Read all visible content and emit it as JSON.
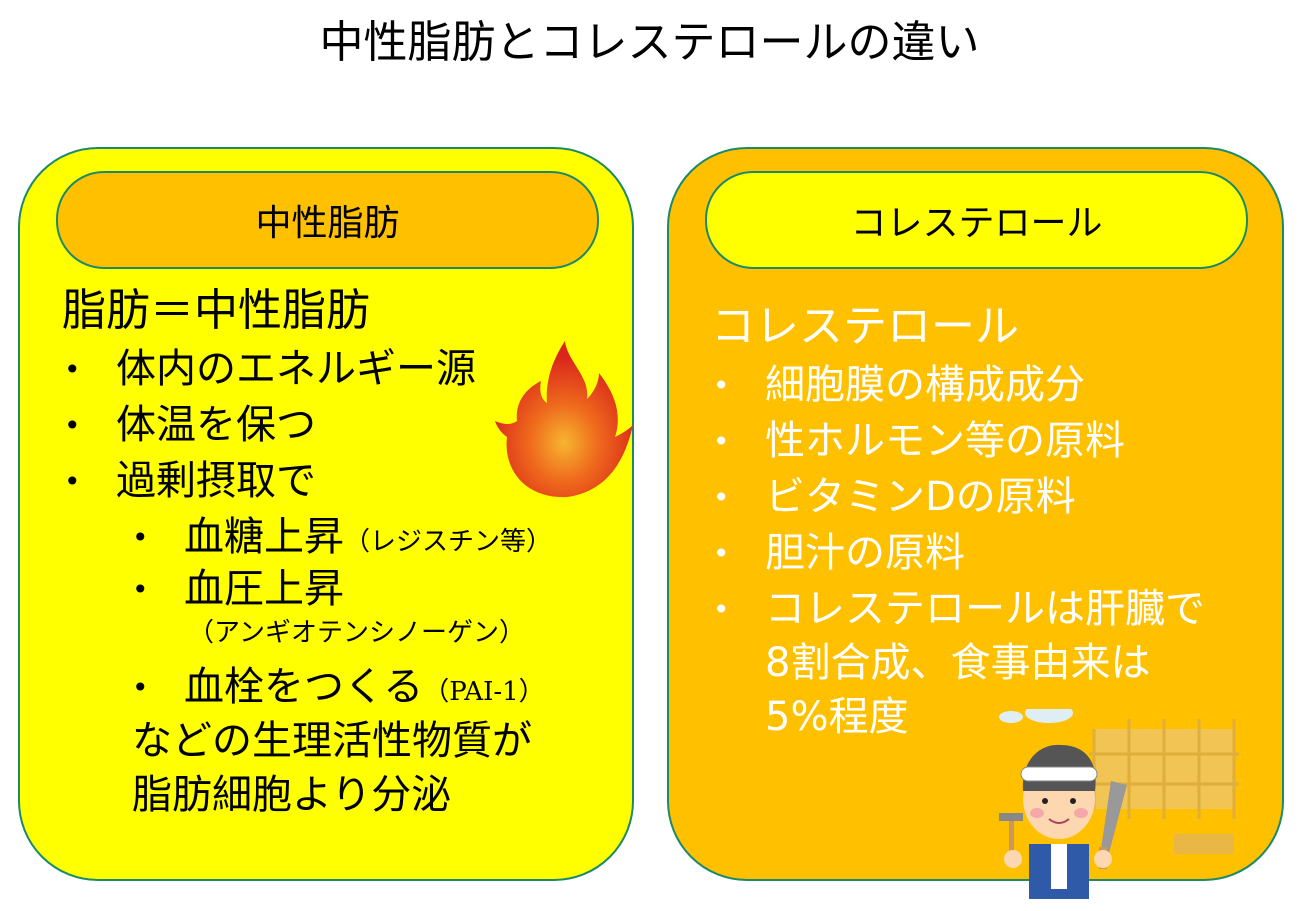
{
  "page": {
    "title": "中性脂肪とコレステロールの違い"
  },
  "left_panel": {
    "header": "中性脂肪",
    "heading": "脂肪＝中性脂肪",
    "bullets": [
      "体内のエネルギー源",
      "体温を保つ",
      "過剰摂取で"
    ],
    "sub_bullets": [
      {
        "main": "血糖上昇",
        "note": "（レジスチン等）"
      },
      {
        "main": "血圧上昇",
        "note": "（アンギオテンシノーゲン）"
      },
      {
        "main": "血栓をつくる",
        "note": "（PAI-1）"
      }
    ],
    "footer_lines": [
      "などの生理活性物質が",
      "脂肪細胞より分泌"
    ],
    "bullet_symbol": "•",
    "illustration": "flame-icon",
    "bg_color": "#ffff00",
    "header_color": "#ffc000"
  },
  "right_panel": {
    "header": "コレステロール",
    "heading": "コレステロール",
    "bullets": [
      "細胞膜の構成成分",
      "性ホルモン等の原料",
      "ビタミンDの原料",
      "胆汁の原料",
      "コレステロールは肝臓で"
    ],
    "continuation_lines": [
      "8割合成、食事由来は",
      "5%程度"
    ],
    "bullet_symbol": "•",
    "illustration": "carpenter-illustration",
    "bg_color": "#ffc000",
    "header_color": "#ffff00"
  },
  "colors": {
    "border": "#1a8a6a",
    "yellow": "#ffff00",
    "orange": "#ffc000"
  }
}
